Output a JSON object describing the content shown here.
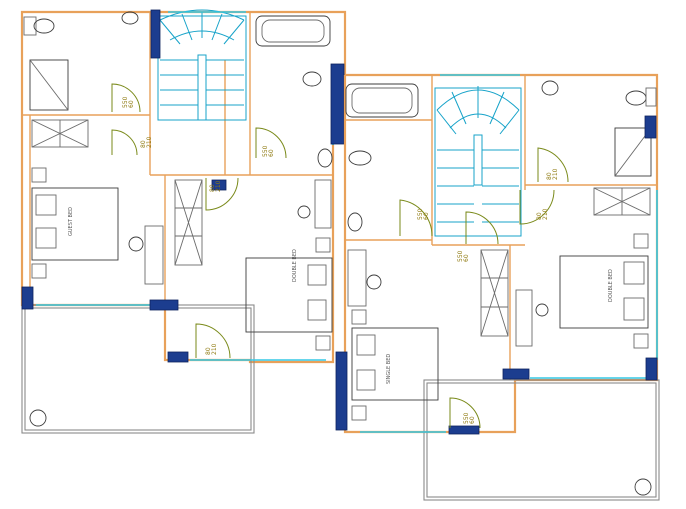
{
  "drawing": {
    "door_labels": [
      "550\n60",
      "80\n210",
      "550\n60",
      "80\n210",
      "80\n210",
      "550\n60",
      "80\n210",
      "80\n210",
      "550\n60",
      "550\n60"
    ],
    "bed_labels": [
      "GUEST BED",
      "DOUBLE BED",
      "SINGLE BED",
      "DOUBLE BED"
    ],
    "colors": {
      "walls": "#e8a15a",
      "glazing": "#35c9e6",
      "columns": "#1c3d8f",
      "stairs": "#17a3c9",
      "doors": "#7a8a1a",
      "balcony": "#8a8a8a",
      "furniture": "#6b6b6b"
    }
  }
}
